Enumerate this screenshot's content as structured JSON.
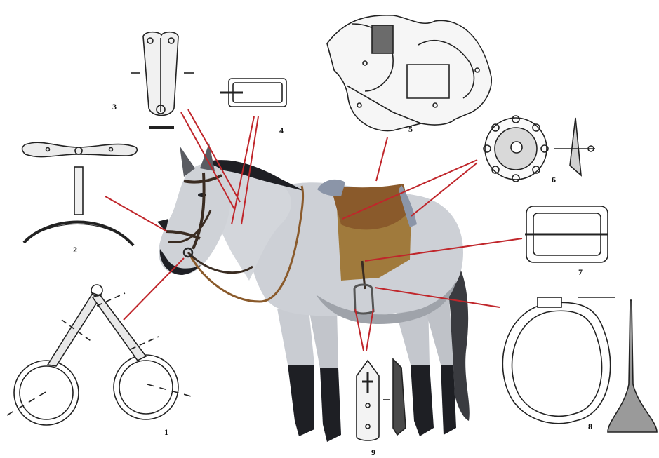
{
  "figure": {
    "labels": {
      "bit": "1",
      "cheek_piece": "2",
      "strap_tip": "3",
      "bridle_buckle": "4",
      "saddle": "5",
      "saddle_plate": "6",
      "girth_buckle": "7",
      "stirrup": "8",
      "stirrup_strap_fitting": "9"
    },
    "colors": {
      "pointer_line": "#c0262b",
      "drawing_ink": "#222222",
      "horse_body": "#c9ccd2",
      "horse_dark": "#1e1f24",
      "saddle_leather": "#8a5a2b",
      "saddle_pad": "#a07a3c"
    }
  }
}
